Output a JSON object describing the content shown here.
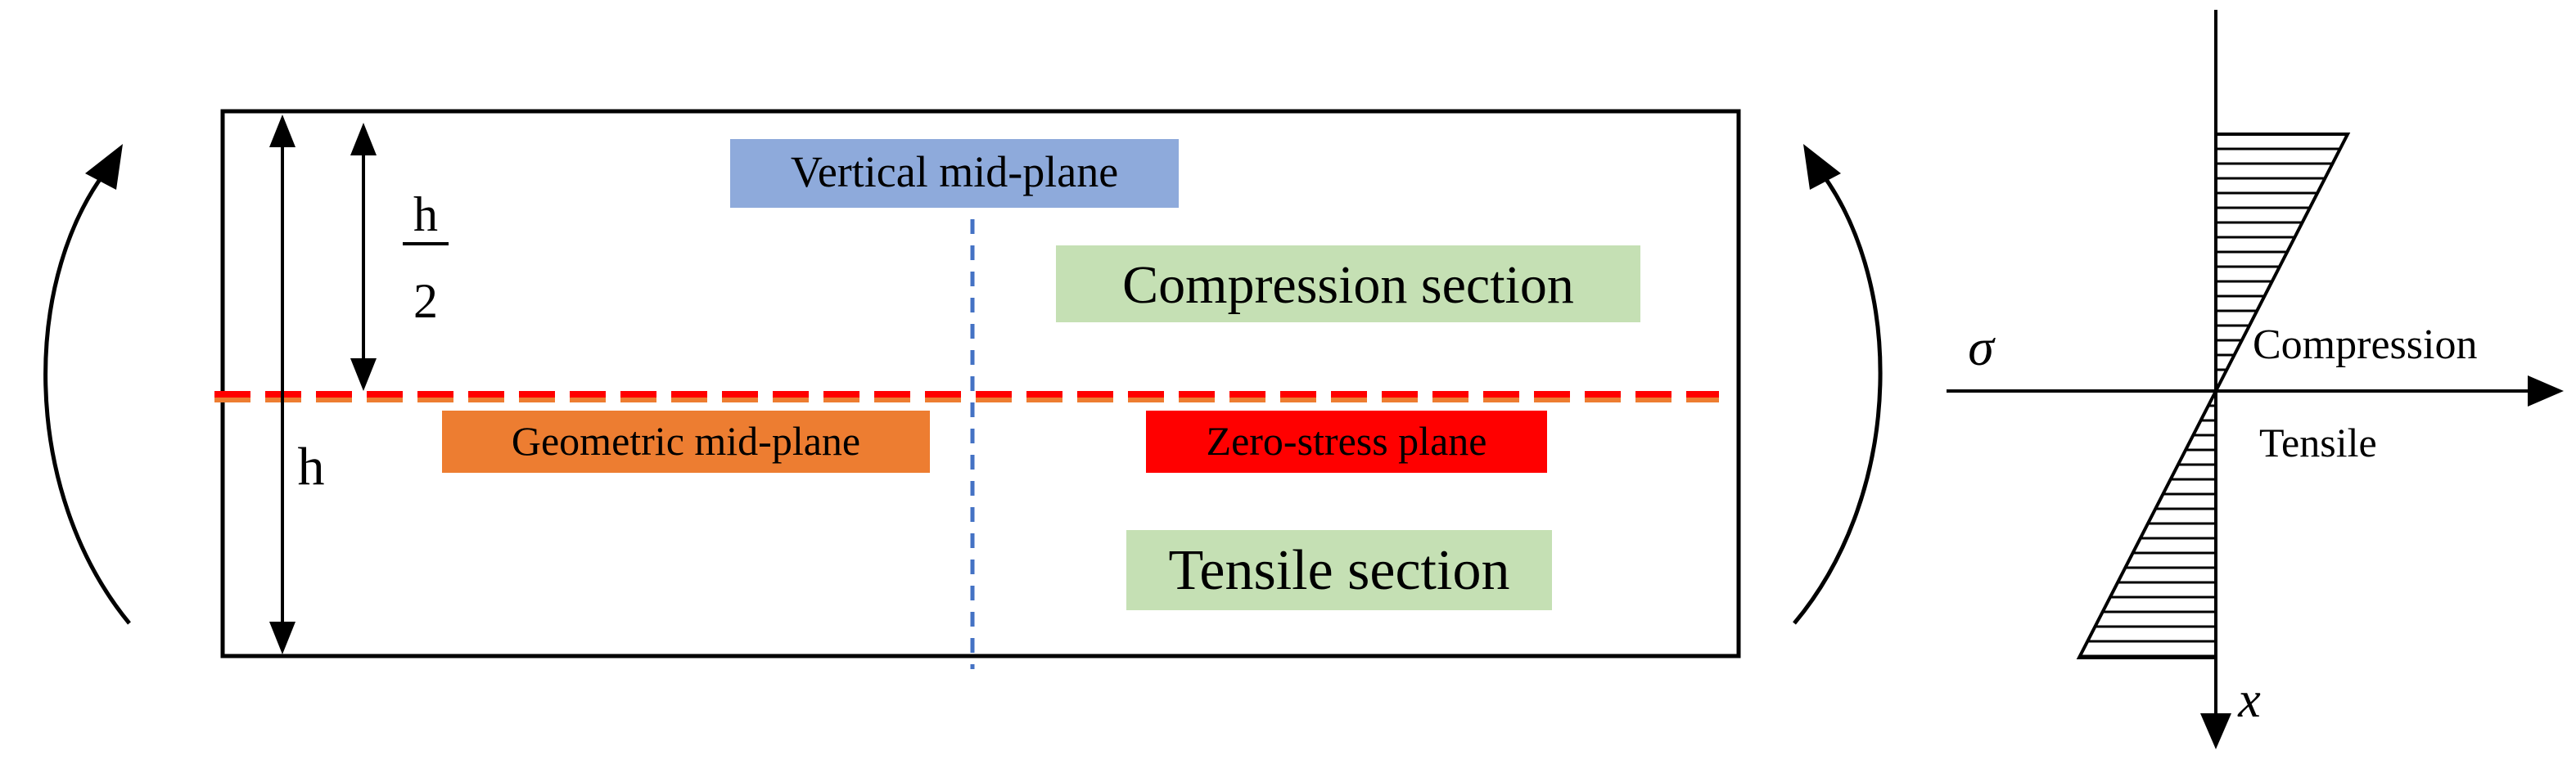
{
  "labels": {
    "vertical_mid_plane": "Vertical mid-plane",
    "compression_section": "Compression section",
    "geometric_mid_plane": "Geometric mid-plane",
    "zero_stress_plane": "Zero-stress plane",
    "tensile_section": "Tensile section",
    "half_height_numerator": "h",
    "half_height_denominator": "2",
    "height": "h"
  },
  "stress_diagram": {
    "axis_sigma": "σ",
    "axis_x": "x",
    "compression": "Compression",
    "tensile": "Tensile"
  },
  "colors": {
    "vertical_mid_plane_bg": "#8eaadb",
    "section_bg": "#c5e0b4",
    "geometric_mid_plane_bg": "#ed7d31",
    "zero_stress_plane_bg": "#ff0000",
    "zero_stress_line": "#ff0000",
    "geometric_line": "#ed7d31",
    "vertical_line": "#4472c4"
  }
}
